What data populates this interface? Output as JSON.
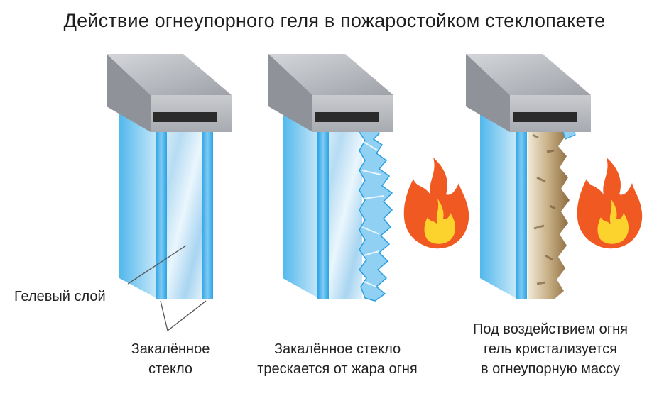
{
  "title": "Действие огнеупорного геля в пожаростойком стеклопакете",
  "labels": {
    "gel_layer": "Гелевый слой",
    "panel1_line1": "Закалённое",
    "panel1_line2": "стекло",
    "panel2_line1": "Закалённое стекло",
    "panel2_line2": "трескается от жара огня",
    "panel3_line1": "Под воздействием огня",
    "panel3_line2": "гель кристализуется",
    "panel3_line3": "в огнеупорную массу"
  },
  "colors": {
    "frame": "#b9bcc1",
    "glass": "#4fb3ea",
    "gel": "#cfe9f8",
    "fire_outer": "#f05a22",
    "fire_inner": "#fcd22c",
    "crystal": "#a98c63"
  },
  "icons": [
    "fire-icon",
    "fire-icon"
  ]
}
